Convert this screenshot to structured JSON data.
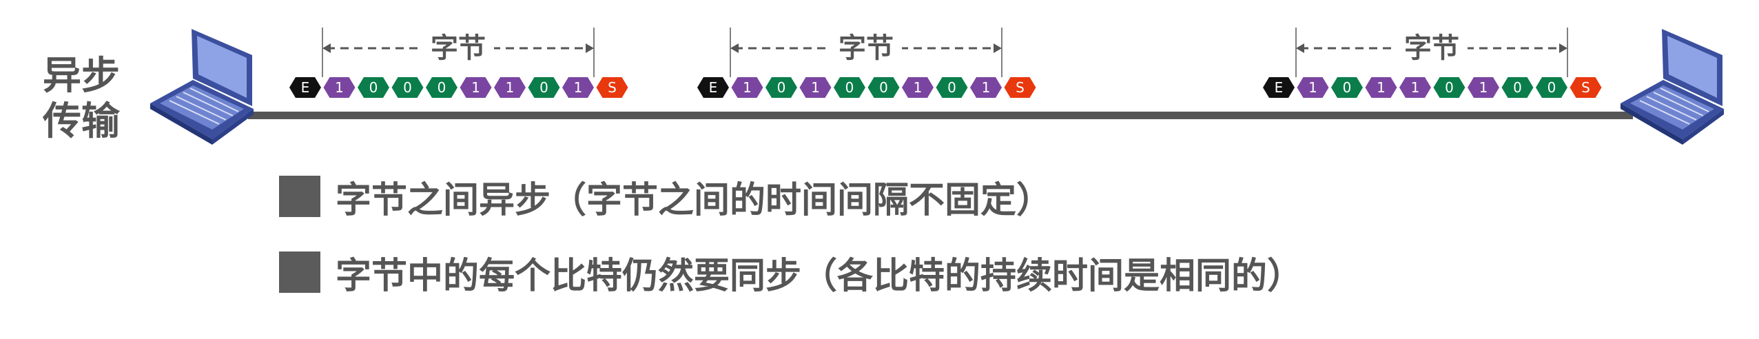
{
  "title_line1": "异步",
  "title_line2": "传输",
  "byte_label": "字节",
  "frames": [
    {
      "start": "E",
      "bits": [
        "1",
        "0",
        "0",
        "0",
        "1",
        "1",
        "0",
        "1"
      ],
      "stop": "S"
    },
    {
      "start": "E",
      "bits": [
        "1",
        "0",
        "1",
        "0",
        "0",
        "1",
        "0",
        "1"
      ],
      "stop": "S"
    },
    {
      "start": "E",
      "bits": [
        "1",
        "0",
        "1",
        "1",
        "0",
        "1",
        "0",
        "0"
      ],
      "stop": "S"
    }
  ],
  "bullets": [
    "字节之间异步（字节之间的时间间隔不固定）",
    "字节中的每个比特仍然要同步（各比特的持续时间是相同的）"
  ],
  "colors": {
    "bit_one": "#7a45a0",
    "bit_zero": "#0a7d4b",
    "start_bit": "#111111",
    "stop_bit": "#e8380d",
    "line": "#555555",
    "text": "#555555",
    "laptop": "#3b4f9e"
  },
  "icons": [
    "laptop-icon-left",
    "laptop-icon-right"
  ]
}
